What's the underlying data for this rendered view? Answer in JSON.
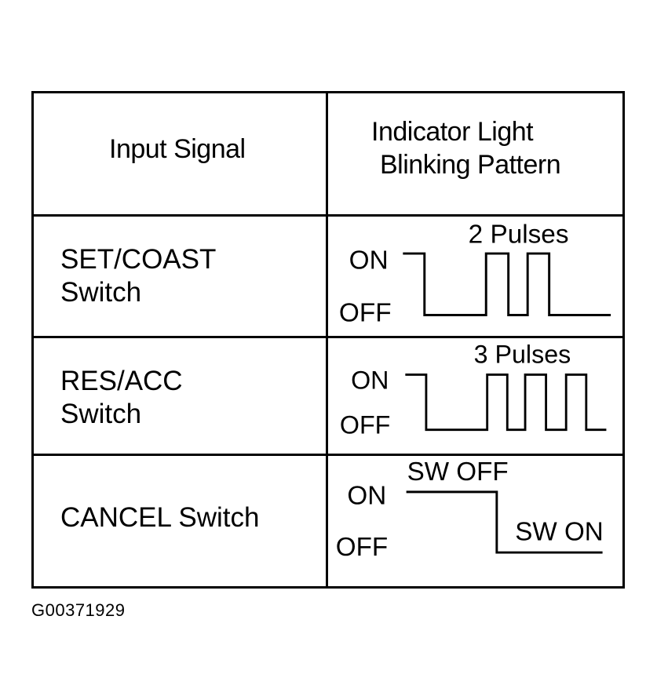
{
  "table": {
    "headers": {
      "input_signal": "Input Signal",
      "pattern_line1": "Indicator Light",
      "pattern_line2": "Blinking Pattern"
    },
    "rows": [
      {
        "label_line1": "SET/COAST",
        "label_line2": "Switch",
        "on_label": "ON",
        "off_label": "OFF",
        "annotation": "2 Pulses"
      },
      {
        "label_line1": "RES/ACC",
        "label_line2": "Switch",
        "on_label": "ON",
        "off_label": "OFF",
        "annotation": "3 Pulses"
      },
      {
        "label_line1": "CANCEL Switch",
        "on_label": "ON",
        "off_label": "OFF",
        "state_high": "SW OFF",
        "state_low": "SW ON"
      }
    ]
  },
  "caption": "G00371929"
}
